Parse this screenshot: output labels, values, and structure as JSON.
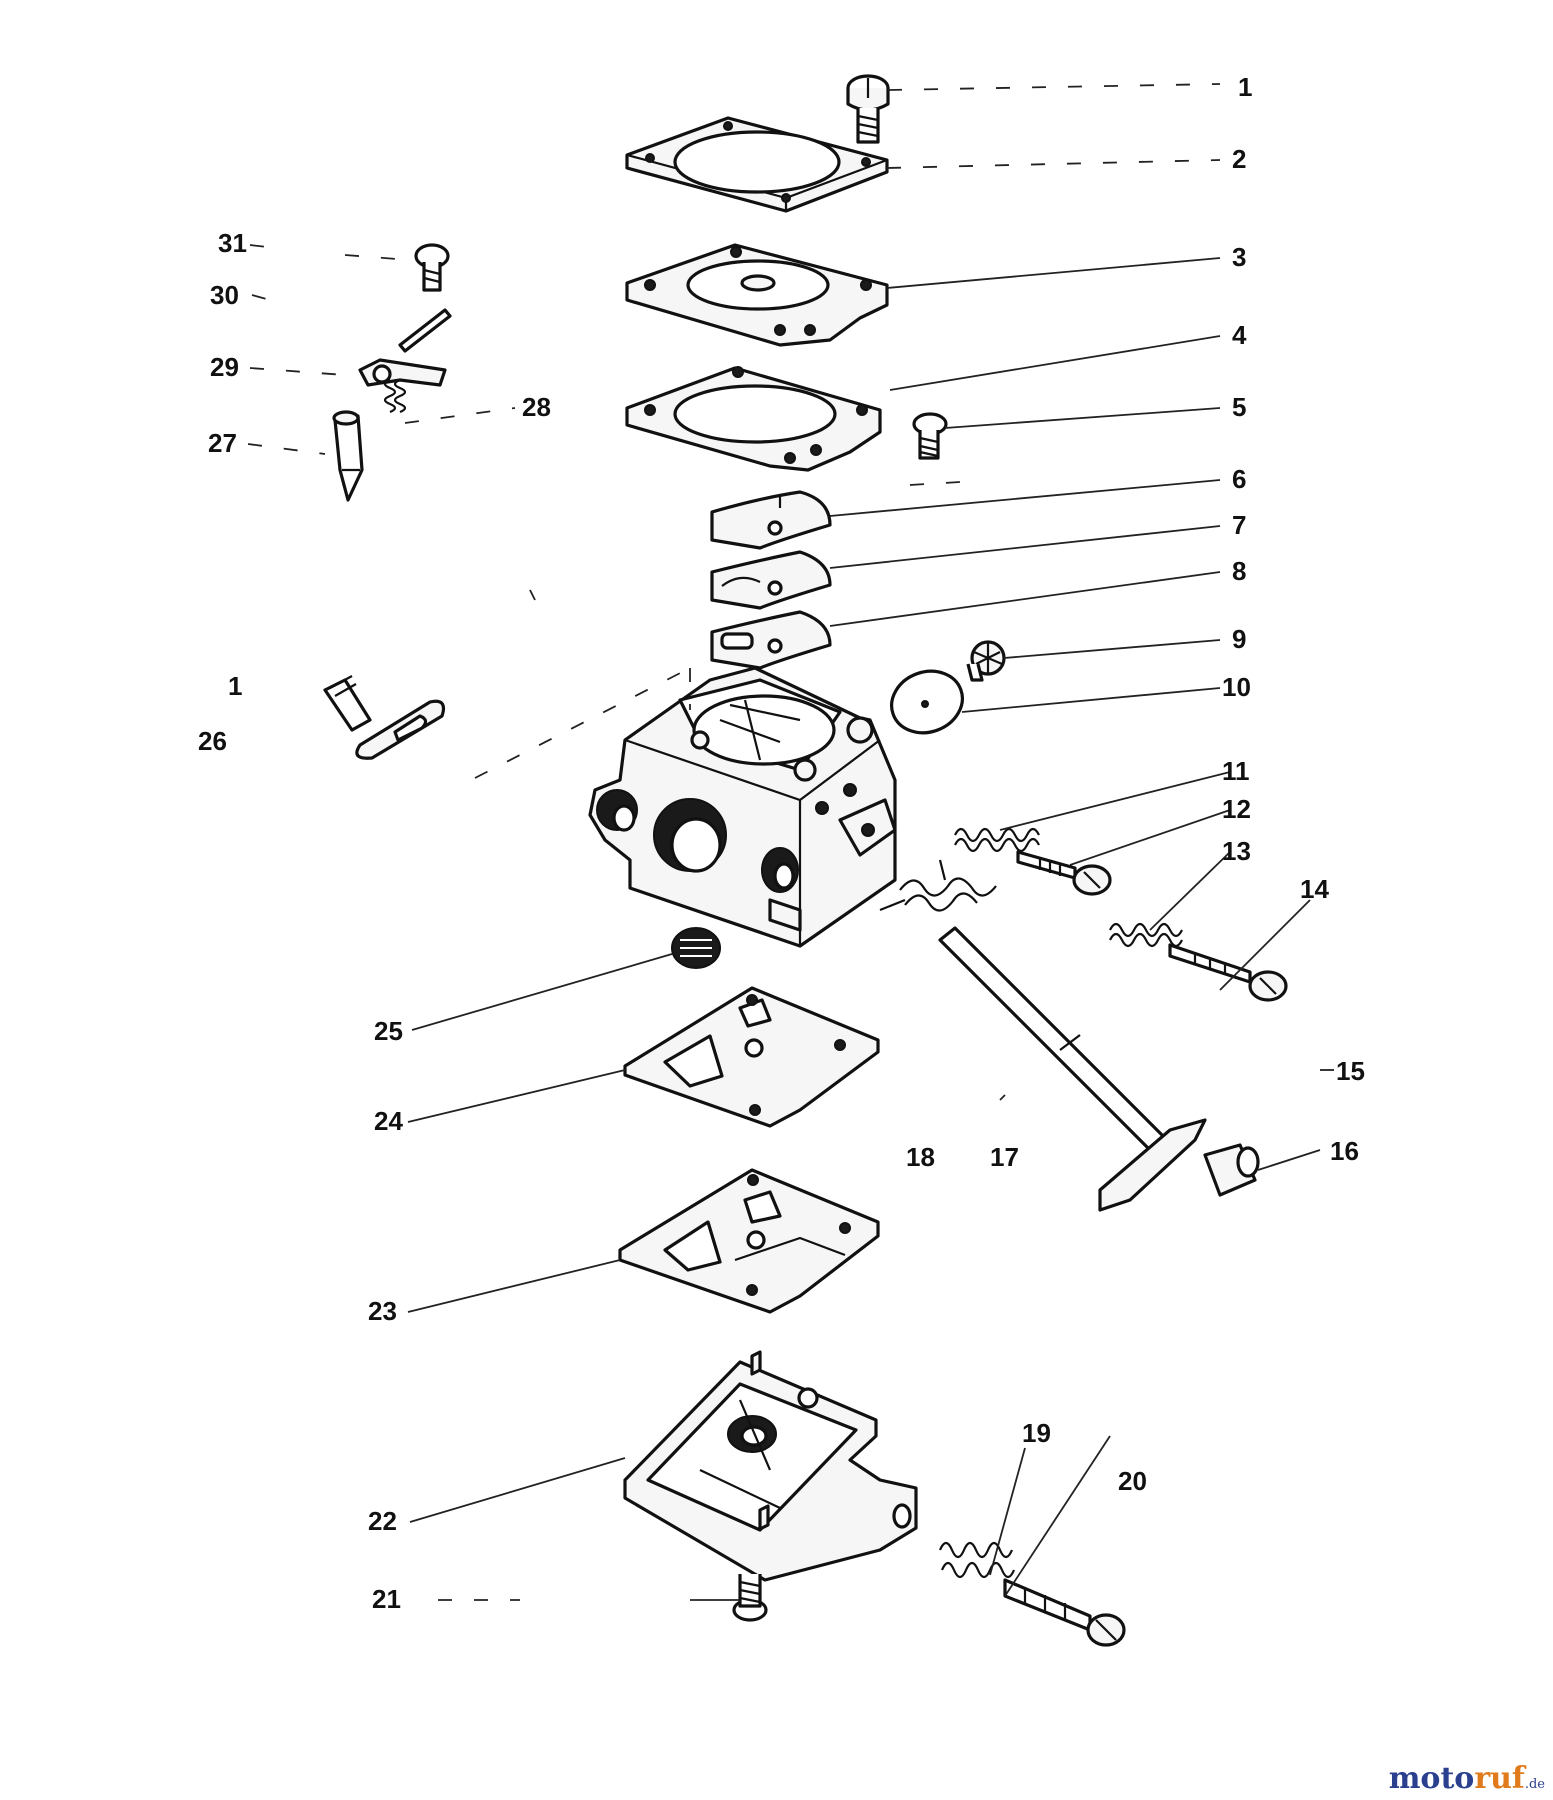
{
  "title": "",
  "callouts": {
    "p1": "1",
    "p2": "2",
    "p3": "3",
    "p4": "4",
    "p5": "5",
    "p6": "6",
    "p7": "7",
    "p8": "8",
    "p9": "9",
    "p10": "10",
    "p11": "11",
    "p12": "12",
    "p13": "13",
    "p14": "14",
    "p15": "15",
    "p16": "16",
    "p17": "17",
    "p18": "18",
    "p19": "19",
    "p20": "20",
    "p21": "21",
    "p22": "22",
    "p23": "23",
    "p24": "24",
    "p25": "25",
    "p26": "26",
    "p26b": "1",
    "p27": "27",
    "p28": "28",
    "p29": "29",
    "p30": "30",
    "p31": "31"
  },
  "watermark": {
    "part_a": "moto",
    "part_b": "ruf",
    "part_c": ".de"
  },
  "colors": {
    "ink": "#111111",
    "paper": "#ffffff",
    "wm_blue": "#2b3f8f",
    "wm_orange": "#e07a1a"
  }
}
